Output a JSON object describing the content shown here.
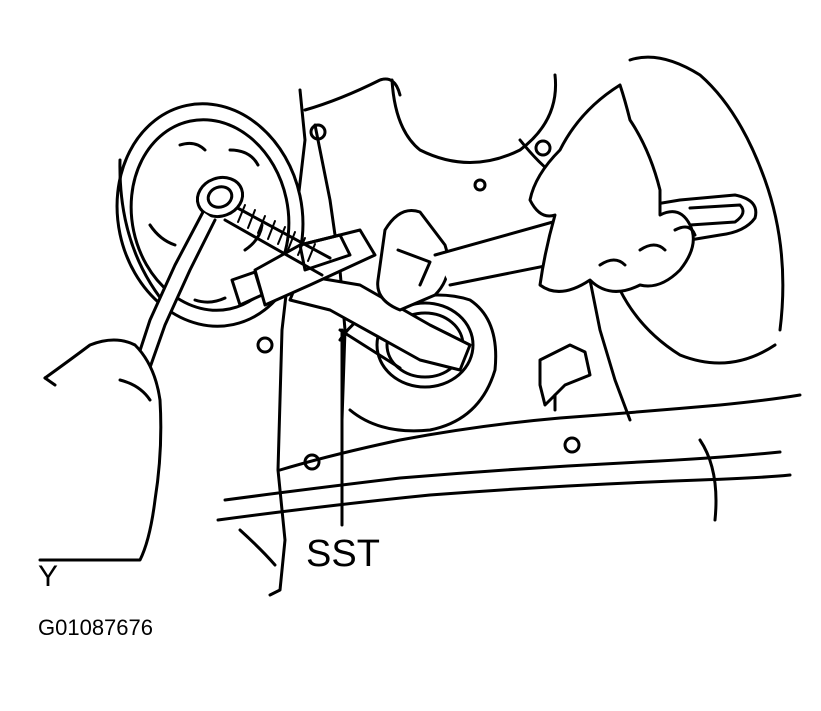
{
  "labels": {
    "tool": "SST",
    "view": "Y",
    "figure_id": "G01087676"
  }
}
